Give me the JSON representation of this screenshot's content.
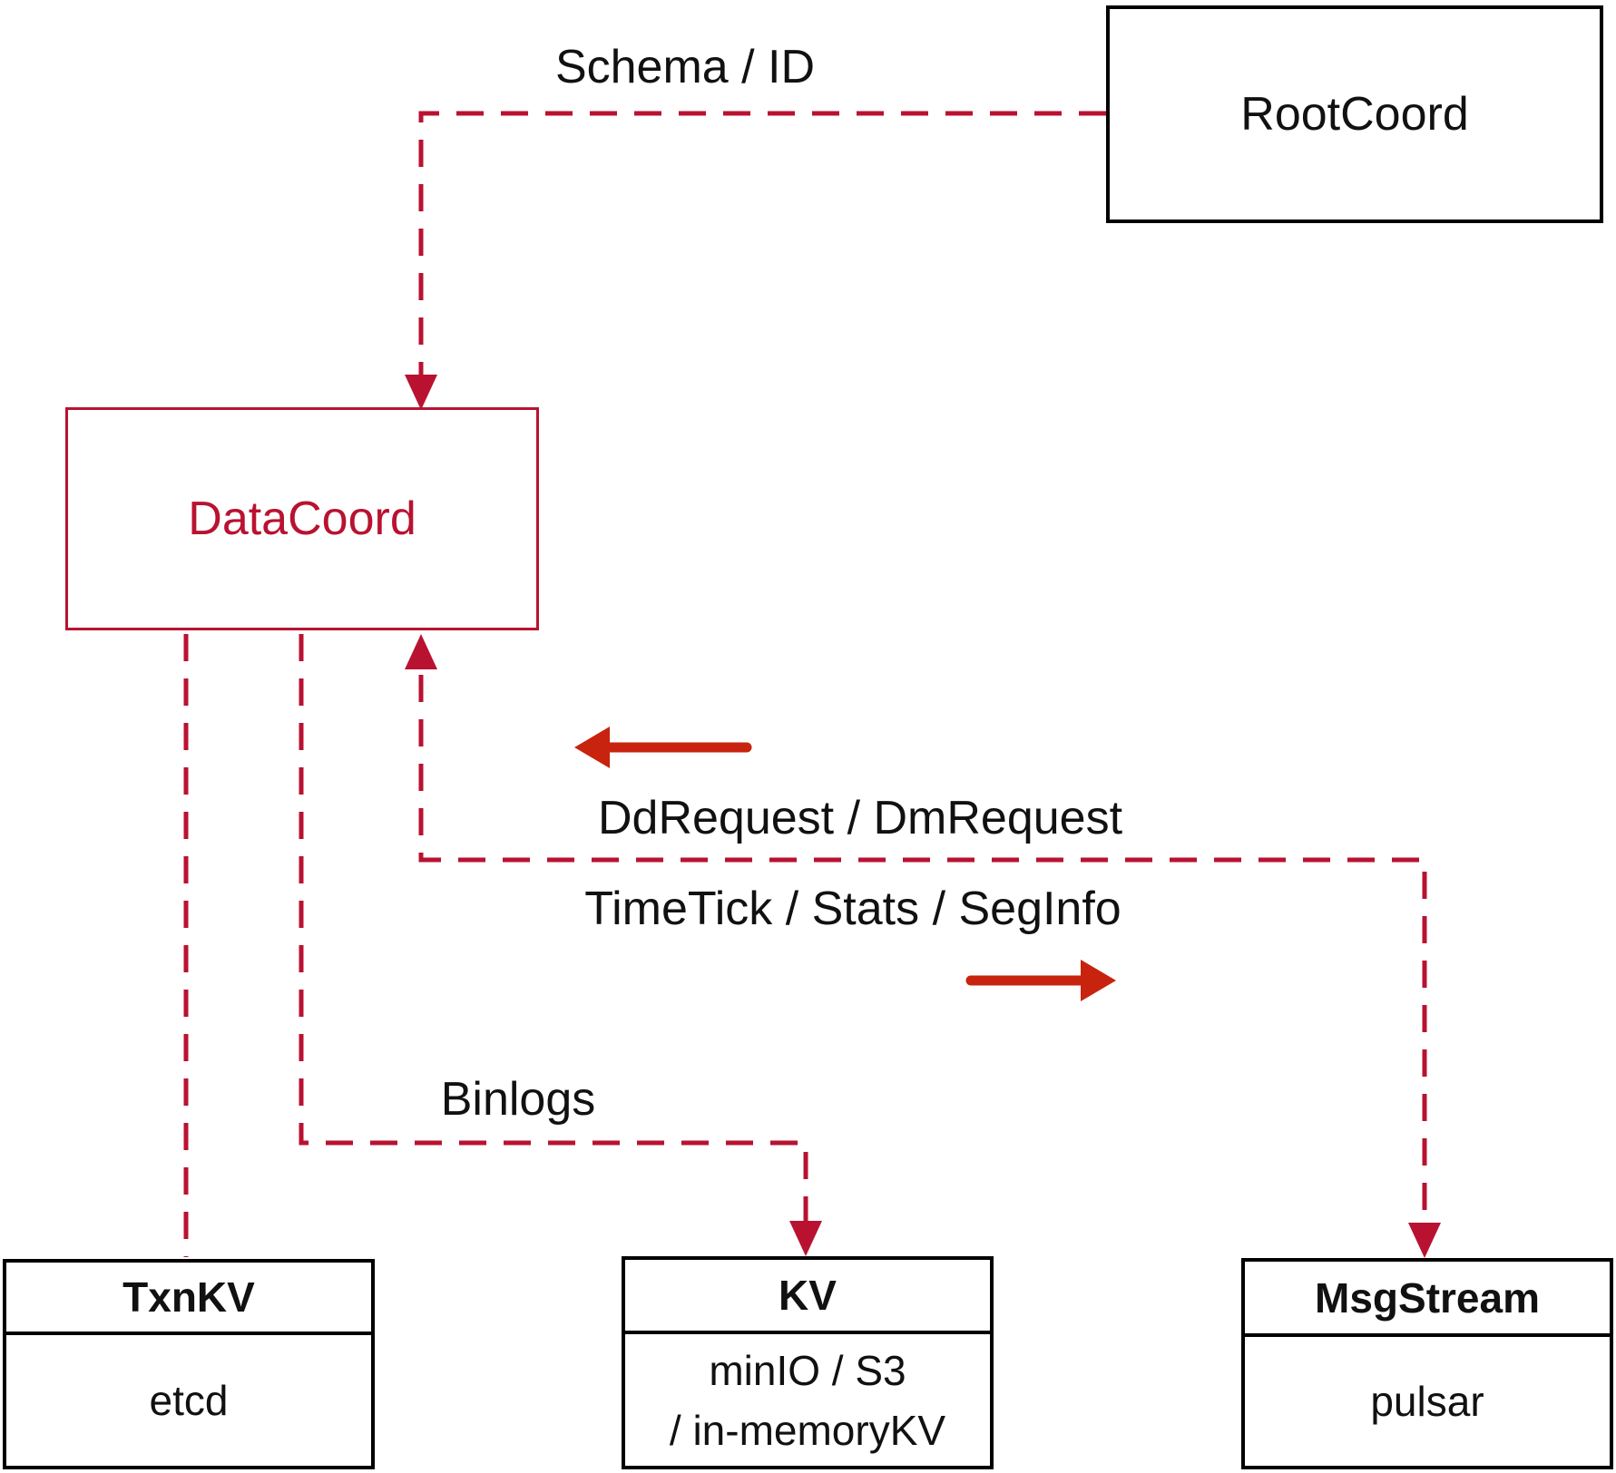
{
  "diagram": {
    "nodes": {
      "root_coord": {
        "label": "RootCoord"
      },
      "data_coord": {
        "label": "DataCoord"
      },
      "txn_kv": {
        "header": "TxnKV",
        "body": "etcd"
      },
      "kv": {
        "header": "KV",
        "body_lines": [
          "minIO / S3",
          "/ in-memoryKV"
        ]
      },
      "msg_stream": {
        "header": "MsgStream",
        "body": "pulsar"
      }
    },
    "edge_labels": {
      "schema_id": "Schema / ID",
      "dd_dm_request": "DdRequest / DmRequest",
      "timetick_stats_seginfo": "TimeTick / Stats / SegInfo",
      "binlogs": "Binlogs"
    },
    "colors": {
      "dashed_edge": "#b91231",
      "solid_arrow": "#c8230e",
      "node_border": "#000000",
      "text_black": "#111111"
    }
  }
}
